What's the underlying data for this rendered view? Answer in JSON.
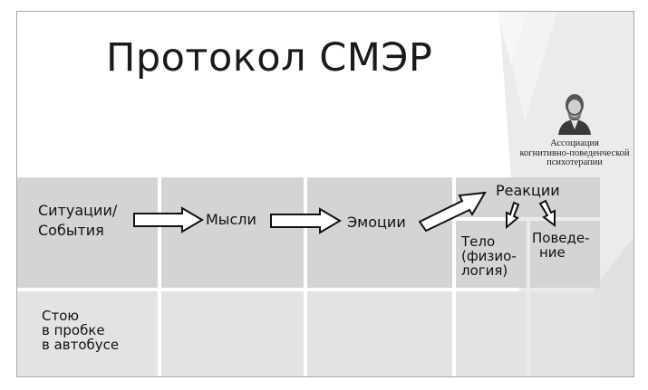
{
  "title": "Протокол СМЭР",
  "logo": {
    "line1": "Ассоциация",
    "line2": "когнитивно-поведенческой",
    "line3": "психотерапии"
  },
  "table": {
    "col1": {
      "line1": "Ситуации/",
      "line2": "События"
    },
    "col2": "Мысли",
    "col3": "Эмоции",
    "col4_header": "Реакции",
    "sub1": {
      "line1": "Тело",
      "line2": "(физио-",
      "line3": "логия)"
    },
    "sub2": {
      "line1": "Поведе-",
      "line2": "ние"
    },
    "example": {
      "line1": "Стою",
      "line2": "в пробке",
      "line3": "в автобусе"
    }
  },
  "colors": {
    "cell_dark": "#d4d4d4",
    "cell_light": "#e3e3e3",
    "grid": "#ffffff"
  }
}
